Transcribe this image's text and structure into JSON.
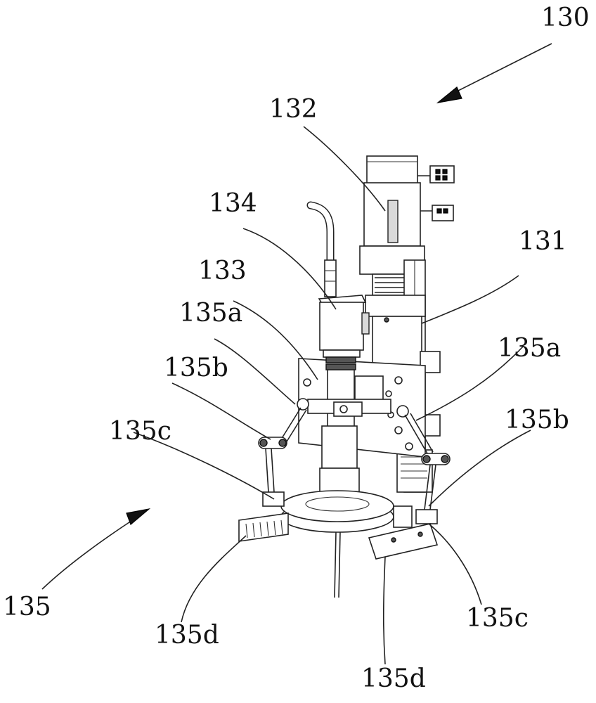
{
  "figure": {
    "labels": [
      {
        "id": "lbl-130",
        "text": "130"
      },
      {
        "id": "lbl-132",
        "text": "132"
      },
      {
        "id": "lbl-134",
        "text": "134"
      },
      {
        "id": "lbl-131",
        "text": "131"
      },
      {
        "id": "lbl-133",
        "text": "133"
      },
      {
        "id": "lbl-135a-left",
        "text": "135a"
      },
      {
        "id": "lbl-135a-right",
        "text": "135a"
      },
      {
        "id": "lbl-135b-left",
        "text": "135b"
      },
      {
        "id": "lbl-135b-right",
        "text": "135b"
      },
      {
        "id": "lbl-135c-left",
        "text": "135c"
      },
      {
        "id": "lbl-135c-right",
        "text": "135c"
      },
      {
        "id": "lbl-135",
        "text": "135"
      },
      {
        "id": "lbl-135d-left",
        "text": "135d"
      },
      {
        "id": "lbl-135d-bottom",
        "text": "135d"
      }
    ]
  }
}
